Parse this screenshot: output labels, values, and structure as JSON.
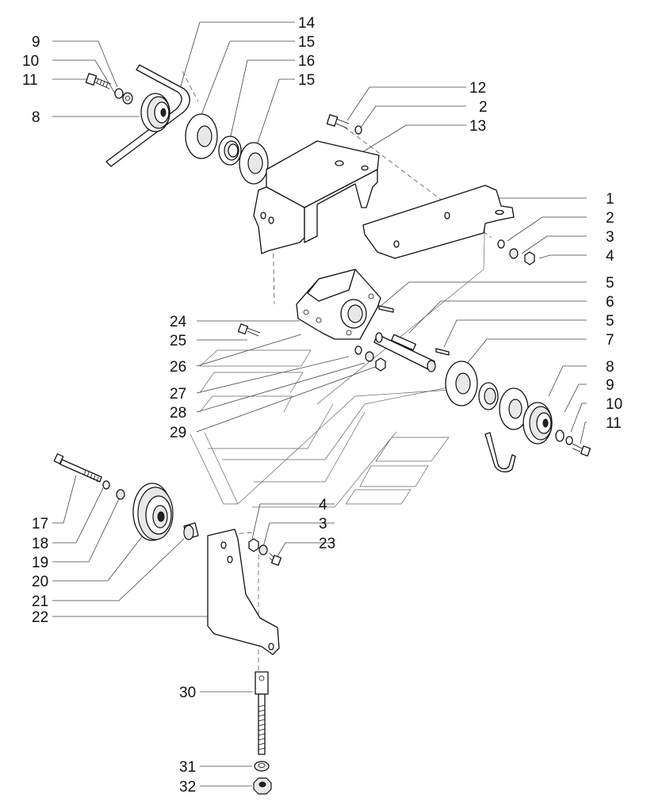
{
  "callouts": [
    "14",
    "15",
    "16",
    "15",
    "9",
    "10",
    "11",
    "8",
    "12",
    "2",
    "13",
    "1",
    "2",
    "3",
    "4",
    "5",
    "6",
    "5",
    "7",
    "8",
    "9",
    "10",
    "11",
    "24",
    "25",
    "26",
    "27",
    "28",
    "29",
    "4",
    "3",
    "23",
    "17",
    "18",
    "19",
    "20",
    "21",
    "22",
    "30",
    "31",
    "32"
  ]
}
